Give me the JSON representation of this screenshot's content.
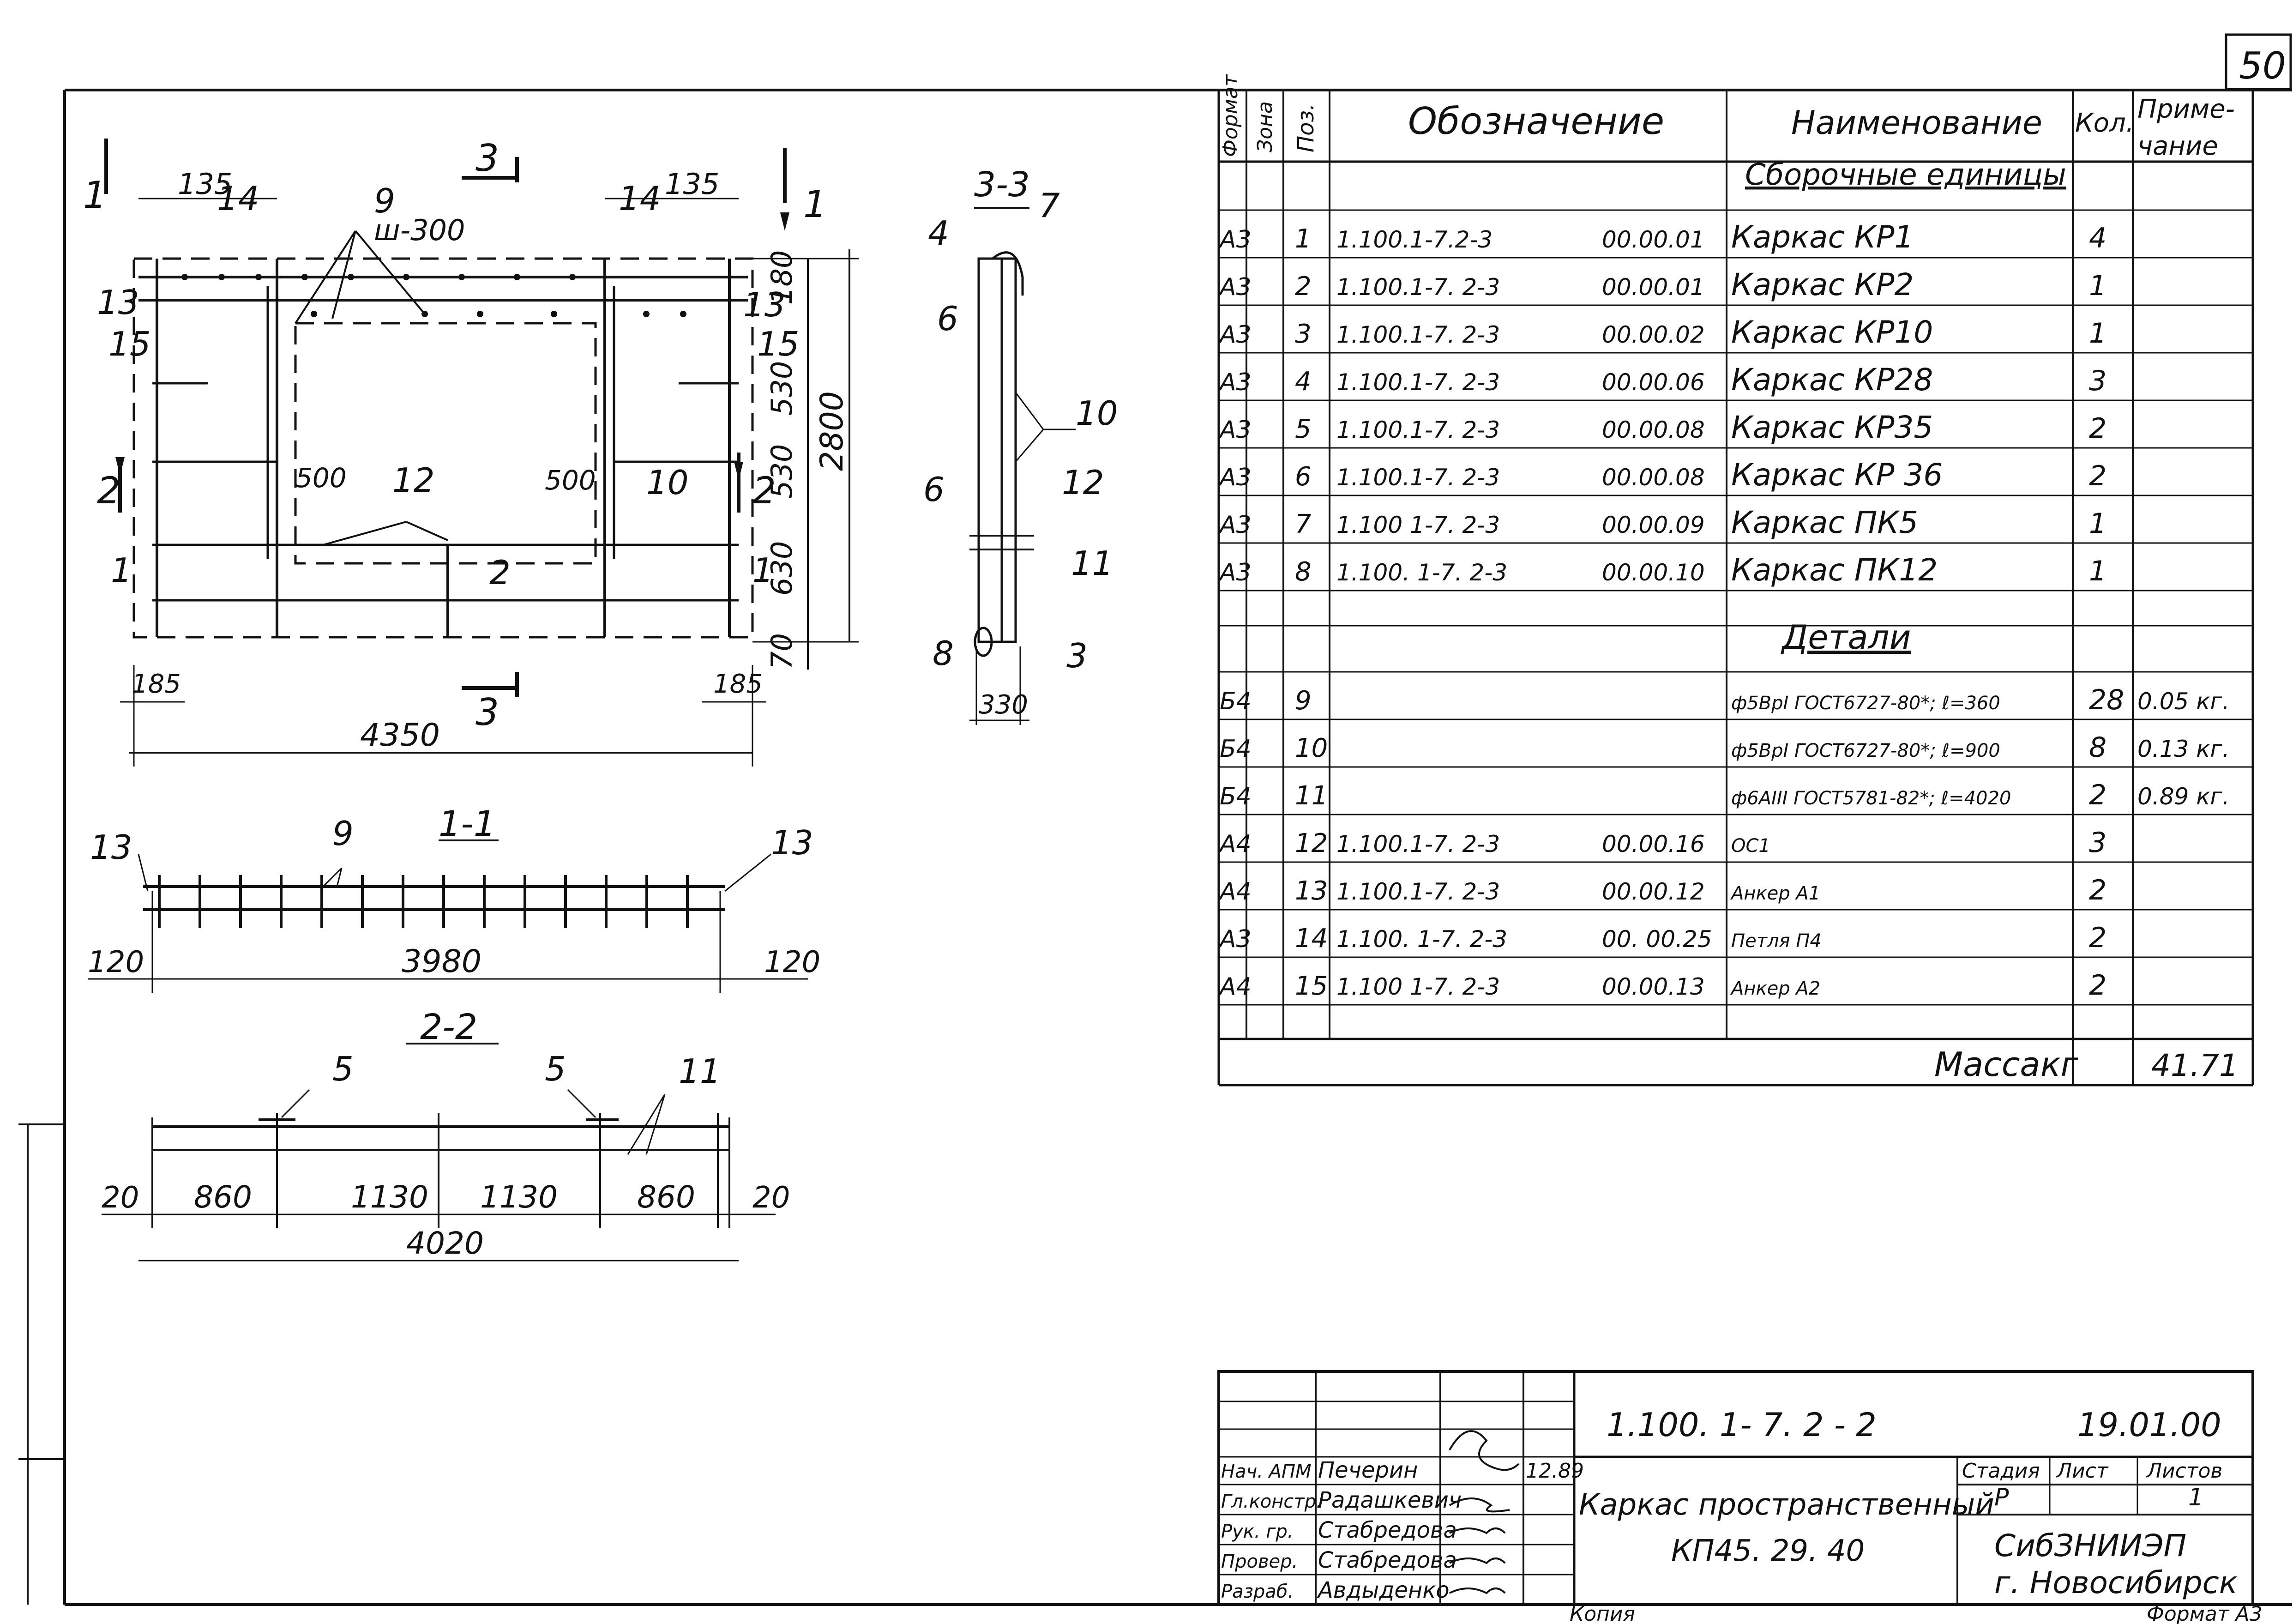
{
  "sheet_number": "50",
  "spec": {
    "headers": {
      "format": "Формат",
      "zone": "Зона",
      "pos": "Поз.",
      "designation": "Обозначение",
      "name": "Наименование",
      "qty": "Кол.",
      "note": "Приме-\nчание"
    },
    "section_assembly": "Сборочные единицы",
    "section_details": "Детали",
    "rows": [
      {
        "fmt": "А3",
        "pos": "1",
        "doc": "1.100.1-7.2-3",
        "code": "00.00.01",
        "name": "Каркас КР1",
        "qty": "4",
        "note": ""
      },
      {
        "fmt": "А3",
        "pos": "2",
        "doc": "1.100.1-7. 2-3",
        "code": "00.00.01",
        "name": "Каркас КР2",
        "qty": "1",
        "note": ""
      },
      {
        "fmt": "А3",
        "pos": "3",
        "doc": "1.100.1-7. 2-3",
        "code": "00.00.02",
        "name": "Каркас КР10",
        "qty": "1",
        "note": ""
      },
      {
        "fmt": "А3",
        "pos": "4",
        "doc": "1.100.1-7. 2-3",
        "code": "00.00.06",
        "name": "Каркас КР28",
        "qty": "3",
        "note": ""
      },
      {
        "fmt": "А3",
        "pos": "5",
        "doc": "1.100.1-7. 2-3",
        "code": "00.00.08",
        "name": "Каркас КР35",
        "qty": "2",
        "note": ""
      },
      {
        "fmt": "А3",
        "pos": "6",
        "doc": "1.100.1-7. 2-3",
        "code": "00.00.08",
        "name": "Каркас КР 36",
        "qty": "2",
        "note": ""
      },
      {
        "fmt": "А3",
        "pos": "7",
        "doc": "1.100 1-7. 2-3",
        "code": "00.00.09",
        "name": "Каркас ПК5",
        "qty": "1",
        "note": ""
      },
      {
        "fmt": "А3",
        "pos": "8",
        "doc": "1.100. 1-7. 2-3",
        "code": "00.00.10",
        "name": "Каркас ПК12",
        "qty": "1",
        "note": ""
      }
    ],
    "detail_rows": [
      {
        "fmt": "Б4",
        "pos": "9",
        "doc": "",
        "code": "",
        "name": "ф5ВрI ГОСТ6727-80*; ℓ=360",
        "qty": "28",
        "note": "0.05 кг."
      },
      {
        "fmt": "Б4",
        "pos": "10",
        "doc": "",
        "code": "",
        "name": "ф5ВрI ГОСТ6727-80*; ℓ=900",
        "qty": "8",
        "note": "0.13 кг."
      },
      {
        "fmt": "Б4",
        "pos": "11",
        "doc": "",
        "code": "",
        "name": "ф6АIII ГОСТ5781-82*; ℓ=4020",
        "qty": "2",
        "note": "0.89 кг."
      },
      {
        "fmt": "А4",
        "pos": "12",
        "doc": "1.100.1-7. 2-3",
        "code": "00.00.16",
        "name": "ОС1",
        "qty": "3",
        "note": ""
      },
      {
        "fmt": "А4",
        "pos": "13",
        "doc": "1.100.1-7. 2-3",
        "code": "00.00.12",
        "name": "Анкер А1",
        "qty": "2",
        "note": ""
      },
      {
        "fmt": "А3",
        "pos": "14",
        "doc": "1.100. 1-7. 2-3",
        "code": "00. 00.25",
        "name": "Петля П4",
        "qty": "2",
        "note": ""
      },
      {
        "fmt": "А4",
        "pos": "15",
        "doc": "1.100 1-7. 2-3",
        "code": "00.00.13",
        "name": "Анкер А2",
        "qty": "2",
        "note": ""
      }
    ],
    "mass_label": "Масса",
    "mass_unit": "кг",
    "mass_value": "41.71"
  },
  "drawing": {
    "plan": {
      "dims": {
        "d135a": "135",
        "d135b": "135",
        "d180": "180",
        "d530a": "530",
        "d530b": "530",
        "d630": "630",
        "d70": "70",
        "d2800": "2800",
        "d185a": "185",
        "d185b": "185",
        "d4350": "4350",
        "d500a": "500",
        "d500b": "500"
      },
      "labels": {
        "w300": "ш-300",
        "s3top": "3",
        "s3bot": "3",
        "s1l": "1",
        "s1r": "1",
        "s2l": "2",
        "s2r": "2"
      },
      "pos": {
        "p14a": "14",
        "p14b": "14",
        "p9": "9",
        "p13a": "13",
        "p13b": "13",
        "p15a": "15",
        "p15b": "15",
        "p12": "12",
        "p10": "10",
        "p1a": "1",
        "p1b": "1",
        "p2": "2"
      }
    },
    "sec33": {
      "title": "3-3",
      "p4": "4",
      "p7": "7",
      "p6a": "6",
      "p6b": "6",
      "p10": "10",
      "p12": "12",
      "p11": "11",
      "p8": "8",
      "p3": "3",
      "d330": "330"
    },
    "sec11": {
      "title": "1-1",
      "p9": "9",
      "p13a": "13",
      "p13b": "13",
      "d120a": "120",
      "d3980": "3980",
      "d120b": "120"
    },
    "sec22": {
      "title": "2-2",
      "p5a": "5",
      "p5b": "5",
      "p11": "11",
      "d20a": "20",
      "d860a": "860",
      "d1130a": "1130",
      "d1130b": "1130",
      "d860b": "860",
      "d20b": "20",
      "d4020": "4020"
    }
  },
  "title_block": {
    "doc_number": "1.100. 1- 7. 2 - 2",
    "doc_code": "19.01.00",
    "roles": [
      "Нач. АПМ",
      "Гл.констр.",
      "Рук. гр.",
      "Провер.",
      "Разраб."
    ],
    "people": [
      "Печерин",
      "Радашкевич",
      "Стабредова",
      "Стабредова",
      "Авдыденко"
    ],
    "date": "12.89",
    "title_line1": "Каркас пространственный",
    "title_line2": "КП45. 29. 40",
    "stage_label": "Стадия",
    "sheet_label": "Лист",
    "sheets_label": "Листов",
    "stage": "Р",
    "sheets": "1",
    "org_line1": "СибЗНИИЭП",
    "org_line2": "г. Новосибирск",
    "copy_label": "Копия",
    "format_label": "Формат А3"
  }
}
